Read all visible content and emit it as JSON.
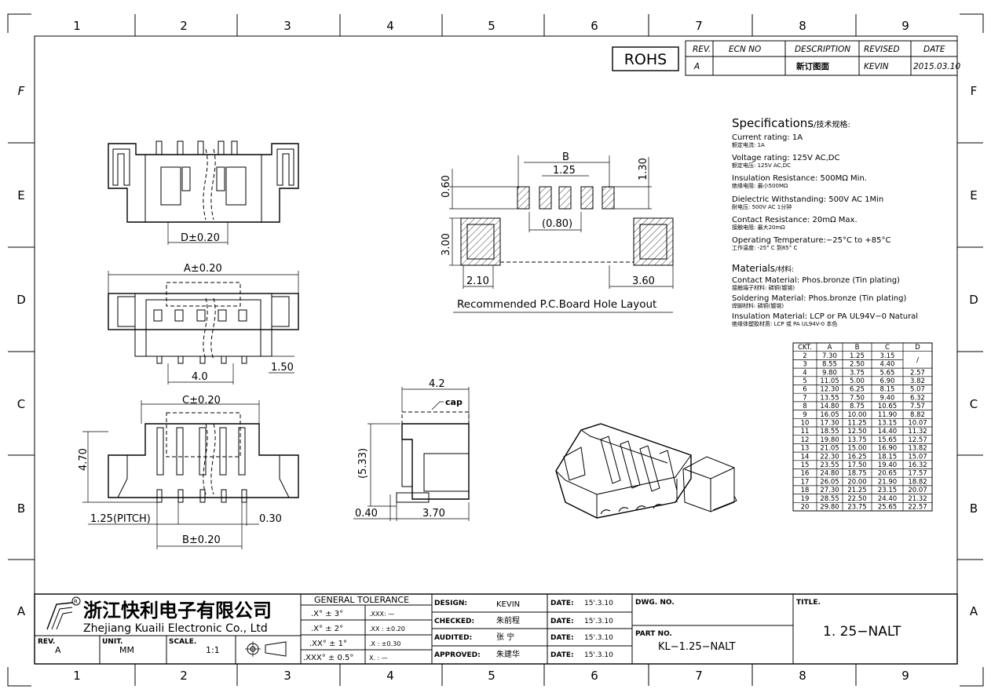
{
  "border": {
    "columns": [
      "1",
      "2",
      "3",
      "4",
      "5",
      "6",
      "7",
      "8",
      "9"
    ],
    "rows": [
      "F",
      "E",
      "D",
      "C",
      "B",
      "A"
    ]
  },
  "revision_block": {
    "rohs": "ROHS",
    "headers": [
      "REV.",
      "ECN NO",
      "DESCRIPTION",
      "REVISED",
      "DATE"
    ],
    "row": [
      "A",
      "",
      "新订图面",
      "KEVIN",
      "2015.03.10"
    ]
  },
  "specifications": {
    "title": "Specifications",
    "title_cn": "/技术规格:",
    "items": [
      {
        "en": "Current  rating:  1A",
        "cn": "额定电流: 1A"
      },
      {
        "en": "Voltage  rating:  125V AC,DC",
        "cn": "额定电压: 125V AC,DC"
      },
      {
        "en": "Insulation  Resistance: 500MΩ  Min.",
        "cn": "绝缘电阻: 最小500MΩ"
      },
      {
        "en": "Dielectric  Withstanding:   500V AC   1Min",
        "cn": "耐电压: 500V AC  1分钟"
      },
      {
        "en": "Contact  Resistance:   20mΩ  Max.",
        "cn": "接触电阻: 最大20mΩ"
      },
      {
        "en": "Operating  Temperature:−25°C  to  +85°C",
        "cn": "工作温度: -25° C 到85° C"
      }
    ],
    "materials_title": "Materials",
    "materials_title_cn": "/材料:",
    "materials": [
      {
        "en": "Contact  Material:  Phos.bronze  (Tin plating)",
        "cn": "接触端子材料: 磷铜(镀锡)"
      },
      {
        "en": "Soldering  Material:  Phos.bronze  (Tin  plating)",
        "cn": "焊脚材料: 磷铜(镀锡)"
      },
      {
        "en": "Insulation  Material:  LCP  or  PA  UL94V−0  Natural",
        "cn": "绝缘体塑胶材质: LCP 或 PA  UL94V-0 本色"
      }
    ]
  },
  "dim_table": {
    "headers": [
      "CKT.",
      "A",
      "B",
      "C",
      "D"
    ],
    "rows": [
      [
        "2",
        "7.30",
        "1.25",
        "3.15",
        ""
      ],
      [
        "3",
        "8.55",
        "2.50",
        "4.40",
        "/"
      ],
      [
        "4",
        "9.80",
        "3.75",
        "5.65",
        "2.57"
      ],
      [
        "5",
        "11.05",
        "5.00",
        "6.90",
        "3.82"
      ],
      [
        "6",
        "12.30",
        "6.25",
        "8.15",
        "5.07"
      ],
      [
        "7",
        "13.55",
        "7.50",
        "9.40",
        "6.32"
      ],
      [
        "8",
        "14.80",
        "8.75",
        "10.65",
        "7.57"
      ],
      [
        "9",
        "16.05",
        "10.00",
        "11.90",
        "8.82"
      ],
      [
        "10",
        "17.30",
        "11.25",
        "13.15",
        "10.07"
      ],
      [
        "11",
        "18.55",
        "12.50",
        "14.40",
        "11.32"
      ],
      [
        "12",
        "19.80",
        "13.75",
        "15.65",
        "12.57"
      ],
      [
        "13",
        "21.05",
        "15.00",
        "16.90",
        "13.82"
      ],
      [
        "14",
        "22.30",
        "16.25",
        "18.15",
        "15.07"
      ],
      [
        "15",
        "23.55",
        "17.50",
        "19.40",
        "16.32"
      ],
      [
        "16",
        "24.80",
        "18.75",
        "20.65",
        "17.57"
      ],
      [
        "17",
        "26.05",
        "20.00",
        "21.90",
        "18.82"
      ],
      [
        "18",
        "27.30",
        "21.25",
        "23.15",
        "20.07"
      ],
      [
        "19",
        "28.55",
        "22.50",
        "24.40",
        "21.32"
      ],
      [
        "20",
        "29.80",
        "23.75",
        "25.65",
        "22.57"
      ]
    ]
  },
  "dimensions": {
    "d_020": "D±0.20",
    "a_020": "A±0.20",
    "c_020": "C±0.20",
    "b_020": "B±0.20",
    "d_4_0": "4.0",
    "d_1_50": "1.50",
    "d_4_70": "4.70",
    "d_pitch": "1.25(PITCH)",
    "d_0_30": "0.30",
    "d_4_2": "4.2",
    "cap": "cap",
    "d_5_33": "(5.33)",
    "d_0_40": "0.40",
    "d_3_70": "3.70",
    "pcb_b": "B",
    "pcb_1_25": "1.25",
    "pcb_1_30": "1.30",
    "pcb_0_60": "0.60",
    "pcb_0_80": "(0.80)",
    "pcb_3_00": "3.00",
    "pcb_2_10": "2.10",
    "pcb_3_60": "3.60",
    "pcb_caption": "Recommended  P.C.Board Hole  Layout"
  },
  "title_block": {
    "company_cn": "浙江快利电子有限公司",
    "company_en": "Zhejiang  Kuaili  Electronic  Co., Ltd",
    "rev_label": "REV.",
    "rev_value": "A",
    "unit_label": "UNIT.",
    "unit_value": "MM",
    "scale_label": "SCALE.",
    "scale_value": "1:1",
    "tolerance_title": "GENERAL  TOLERANCE",
    "tolerance": [
      [
        ".X° ± 3°",
        ".XXX:  —"
      ],
      [
        ".X° ± 2°",
        ".XX  :  ±0.20"
      ],
      [
        ".XX° ± 1°",
        ".X   :  ±0.30"
      ],
      [
        ".XXX° ± 0.5°",
        "X.   :  —"
      ]
    ],
    "signoffs": [
      {
        "label": "DESIGN:",
        "name": "KEVIN",
        "date_label": "DATE:",
        "date": "15'.3.10"
      },
      {
        "label": "CHECKED:",
        "name": "朱前程",
        "date_label": "DATE:",
        "date": "15'.3.10"
      },
      {
        "label": "AUDITED:",
        "name": "张  宁",
        "date_label": "DATE:",
        "date": "15'.3.10"
      },
      {
        "label": "APPROVED:",
        "name": "朱建华",
        "date_label": "DATE:",
        "date": "15'.3.10"
      }
    ],
    "dwg_no_label": "DWG. NO.",
    "part_no_label": "PART NO.",
    "part_no": "KL−1.25−NALT",
    "title_label": "TITLE.",
    "title": "1. 25−NALT"
  }
}
